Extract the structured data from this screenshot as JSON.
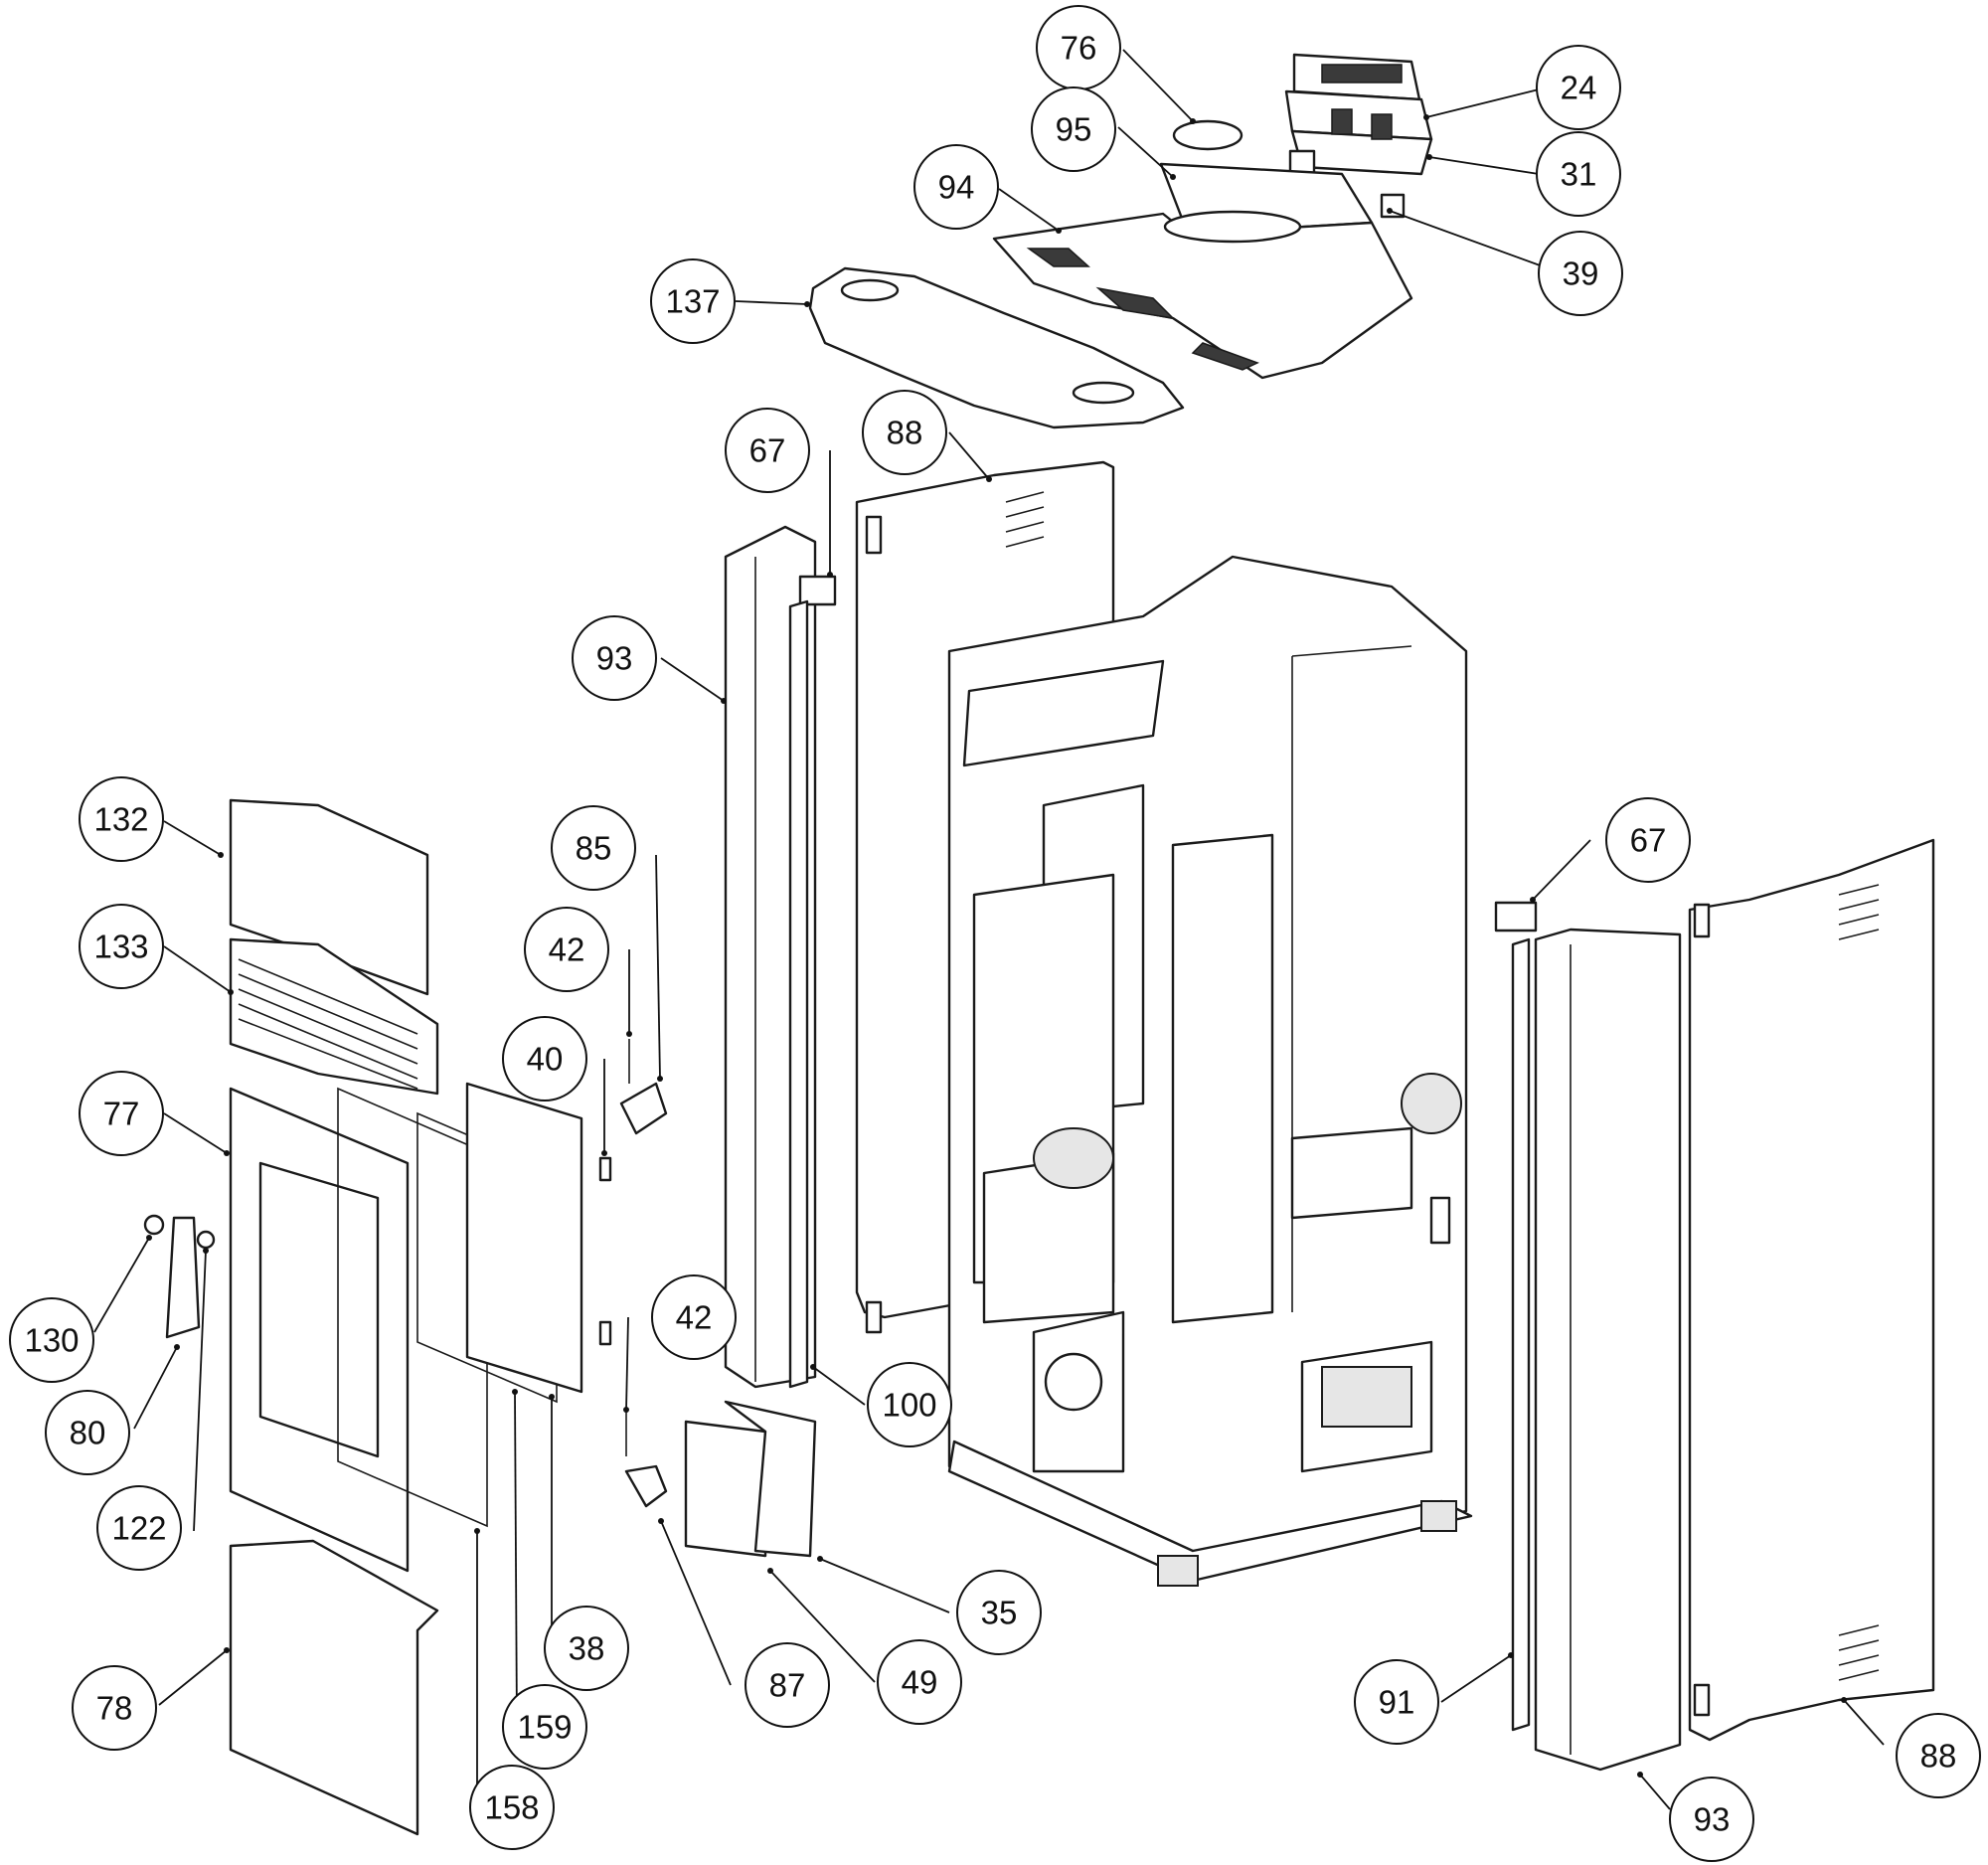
{
  "diagram": {
    "type": "exploded parts diagram",
    "callouts": [
      {
        "label": "76"
      },
      {
        "label": "24"
      },
      {
        "label": "95"
      },
      {
        "label": "31"
      },
      {
        "label": "94"
      },
      {
        "label": "39"
      },
      {
        "label": "137"
      },
      {
        "label": "67"
      },
      {
        "label": "88"
      },
      {
        "label": "93"
      },
      {
        "label": "132"
      },
      {
        "label": "85"
      },
      {
        "label": "133"
      },
      {
        "label": "42"
      },
      {
        "label": "40"
      },
      {
        "label": "77"
      },
      {
        "label": "67"
      },
      {
        "label": "42"
      },
      {
        "label": "130"
      },
      {
        "label": "100"
      },
      {
        "label": "80"
      },
      {
        "label": "122"
      },
      {
        "label": "35"
      },
      {
        "label": "38"
      },
      {
        "label": "87"
      },
      {
        "label": "49"
      },
      {
        "label": "78"
      },
      {
        "label": "159"
      },
      {
        "label": "158"
      },
      {
        "label": "91"
      },
      {
        "label": "88"
      },
      {
        "label": "93"
      }
    ]
  }
}
